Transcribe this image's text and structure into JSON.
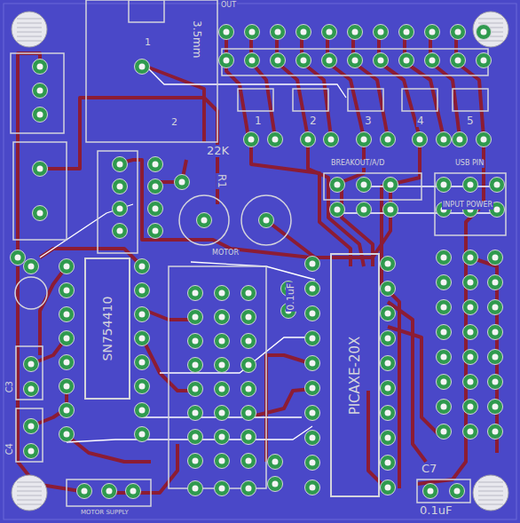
{
  "diagram": {
    "nodes": [
      {
        "text": [
          "SN754410"
        ]
      },
      {
        "text": [
          "PICAXE-20X"
        ]
      }
    ],
    "labels": [
      "1",
      "3.5mm",
      "2",
      "22K",
      "R1",
      "MOTOR",
      "0.1uF",
      "1",
      "2",
      "3",
      "4",
      "5",
      "BREAKOUT/A/D",
      "USB PIN",
      "INPUT POWER",
      "C7",
      "0.1uF",
      "MOTOR SUPPLY",
      "OUT",
      "C3",
      "C4"
    ]
  }
}
